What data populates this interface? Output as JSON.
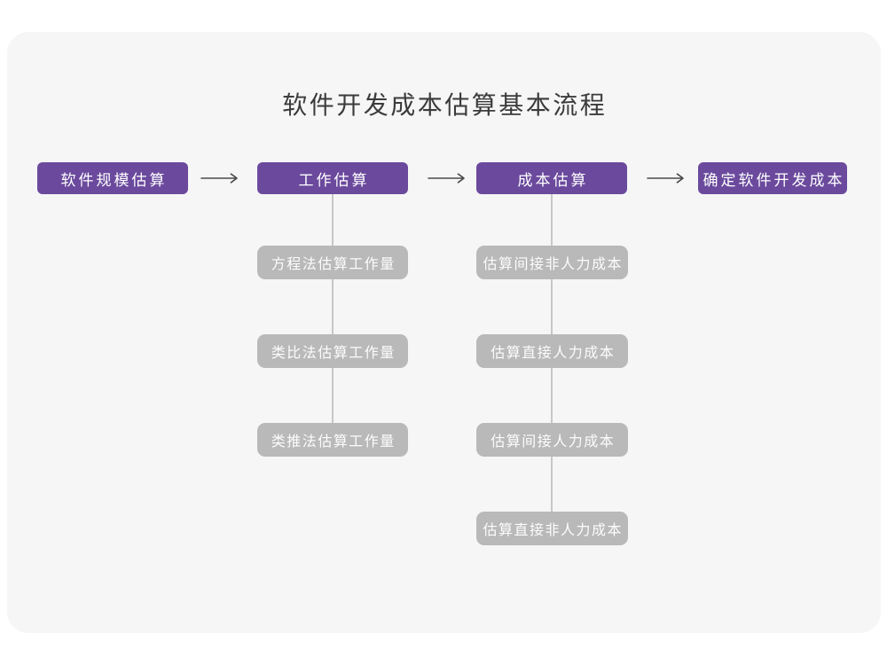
{
  "title": "软件开发成本估算基本流程",
  "flow": {
    "stages": [
      {
        "label": "软件规模估算"
      },
      {
        "label": "工作估算"
      },
      {
        "label": "成本估算"
      },
      {
        "label": "确定软件开发成本"
      }
    ],
    "work_estimation_methods": [
      "方程法估算工作量",
      "类比法估算工作量",
      "类推法估算工作量"
    ],
    "cost_estimation_steps": [
      "估算间接非人力成本",
      "估算直接人力成本",
      "估算间接人力成本",
      "估算直接非人力成本"
    ]
  },
  "colors": {
    "page_background": "#ffffff",
    "canvas_fill": "#f6f6f7",
    "stage_fill": "#6b4a9d",
    "stage_text": "#ffffff",
    "method_fill": "#b9b9b9",
    "method_text": "#fcfcfc",
    "connector_line": "#c7c7c7",
    "arrow_stroke": "#4a4a4a",
    "title_text": "#3b3b3b"
  }
}
